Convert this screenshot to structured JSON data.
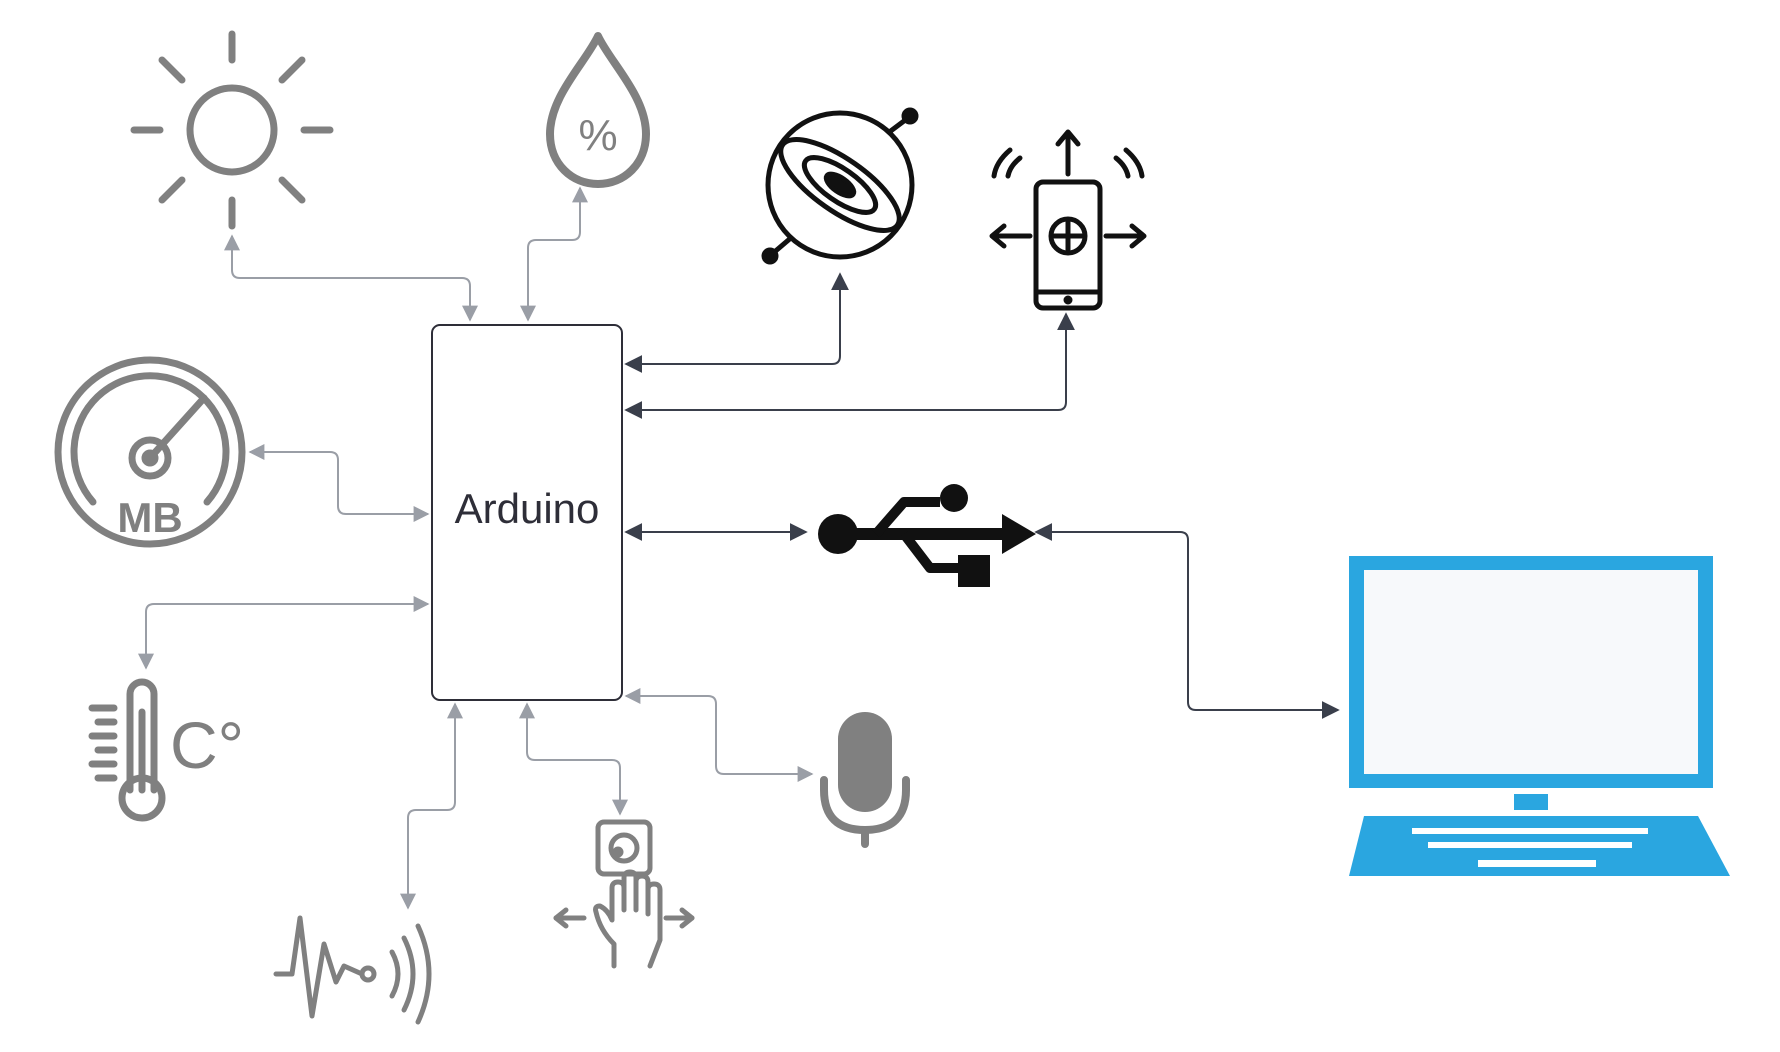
{
  "central_block": {
    "label": "Arduino"
  },
  "icons": {
    "light_sensor": "sun-icon",
    "humidity_sensor": "humidity-drop-icon",
    "gyroscope": "gyroscope-icon",
    "accelerometer": "phone-motion-icon",
    "pressure_sensor": "pressure-gauge-icon",
    "temperature_sensor": "thermometer-icon",
    "vibration_sensor": "vibration-wave-icon",
    "gesture_sensor": "gesture-hand-icon",
    "microphone": "microphone-icon",
    "usb": "usb-icon",
    "laptop": "laptop-icon"
  },
  "units": {
    "temperature": "C°",
    "pressure": "MB",
    "humidity": "%"
  },
  "colors": {
    "sensor_gray": "#808080",
    "connector_gray": "#9a9ea6",
    "connector_dark": "#3a3f4b",
    "icon_black": "#111111",
    "laptop_blue": "#2aa6e0"
  }
}
